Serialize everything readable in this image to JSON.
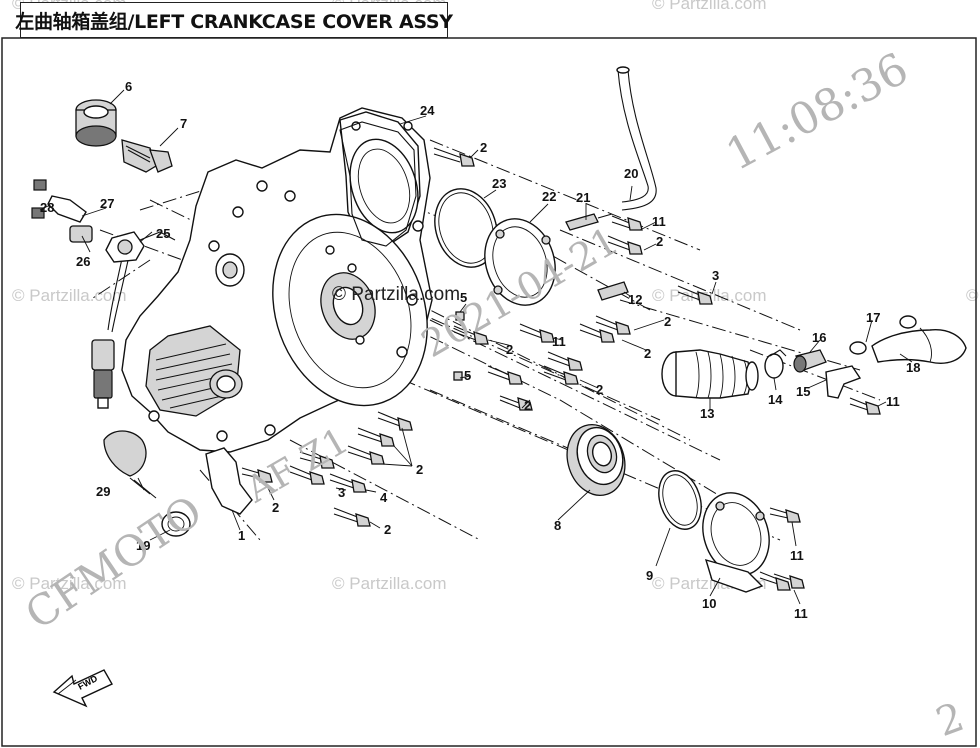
{
  "title": "左曲轴箱盖组/LEFT CRANKCASE COVER ASSY",
  "watermarks": {
    "partzilla": "© Partzilla.com",
    "center": "© Partzilla.com"
  },
  "stamps": {
    "time": "11:08:36",
    "date": "2021-04-21",
    "brand": "CFMOTO",
    "model": "AF Z1",
    "corner": "2"
  },
  "fwd_label": "FWD",
  "callouts": {
    "c1": "1",
    "c2": "2",
    "c3": "3",
    "c4": "4",
    "c5": "5",
    "c6": "6",
    "c7": "7",
    "c8": "8",
    "c9": "9",
    "c10": "10",
    "c11": "11",
    "c12": "12",
    "c13": "13",
    "c14": "14",
    "c15": "15",
    "c16": "16",
    "c17": "17",
    "c18": "18",
    "c19": "19",
    "c20": "20",
    "c21": "21",
    "c22": "22",
    "c23": "23",
    "c24": "24",
    "c25": "25",
    "c26": "26",
    "c27": "27",
    "c28": "28",
    "c29": "29"
  }
}
